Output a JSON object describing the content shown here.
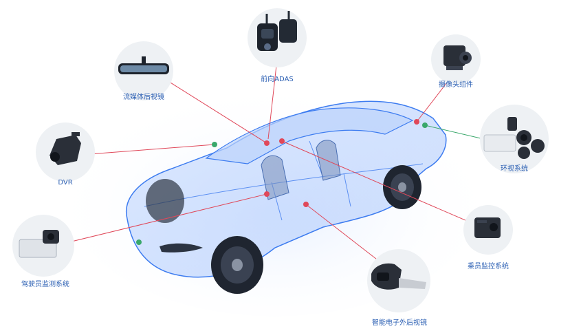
{
  "labels": {
    "front_adas": "前向ADAS",
    "streaming_mirror": "流媒体后视镜",
    "camera_module": "摄像头组件",
    "dvr": "DVR",
    "surround_view": "环视系统",
    "driver_monitoring": "驾驶员监测系统",
    "passenger_monitoring": "乘员监控系统",
    "smart_e_mirror": "智能电子外后视镜"
  },
  "colors": {
    "label_text": "#2b5fb3",
    "car_wire": "#3d7cf0",
    "car_fill": "#cfe0ff",
    "red_line": "#e0485a",
    "green_line": "#3aa86b",
    "circle_bg": "#eef1f4"
  }
}
